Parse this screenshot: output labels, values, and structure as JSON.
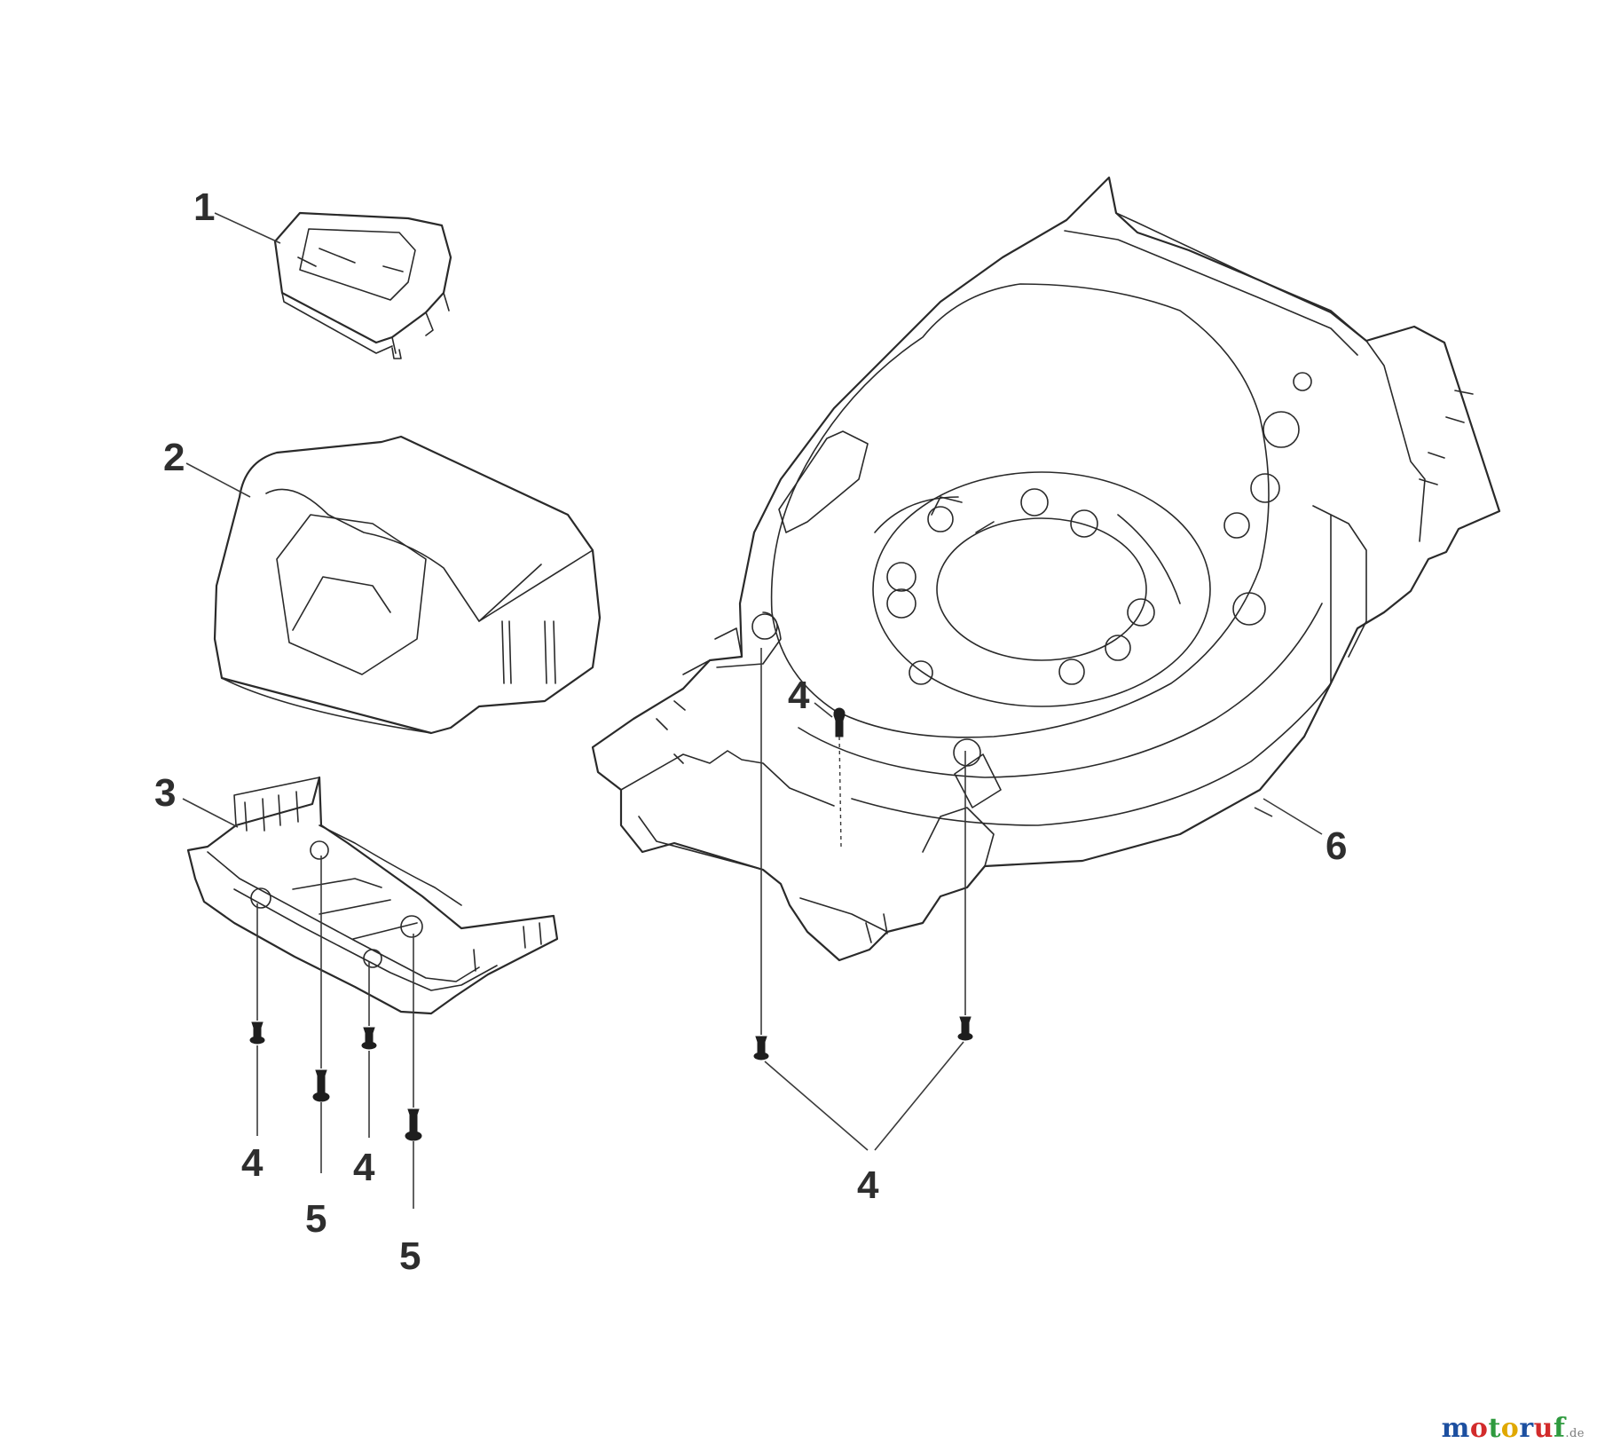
{
  "callouts": {
    "c1": "1",
    "c2": "2",
    "c3": "3",
    "c4_top": "4",
    "c4_a": "4",
    "c4_b": "4",
    "c4_group": "4",
    "c5_a": "5",
    "c5_b": "5",
    "c6": "6"
  },
  "parts": [
    {
      "no": "1",
      "icon": "handle-cap-icon"
    },
    {
      "no": "2",
      "icon": "front-cover-icon"
    },
    {
      "no": "3",
      "icon": "bottom-plate-icon"
    },
    {
      "no": "4",
      "icon": "screw-icon"
    },
    {
      "no": "5",
      "icon": "screw-icon"
    },
    {
      "no": "6",
      "icon": "mower-deck-icon"
    }
  ],
  "watermark": {
    "brand": "motoruf",
    "tld": ".de",
    "colors": [
      "#1c4fa0",
      "#d22b2b",
      "#2e9a3e",
      "#e0a800"
    ]
  }
}
